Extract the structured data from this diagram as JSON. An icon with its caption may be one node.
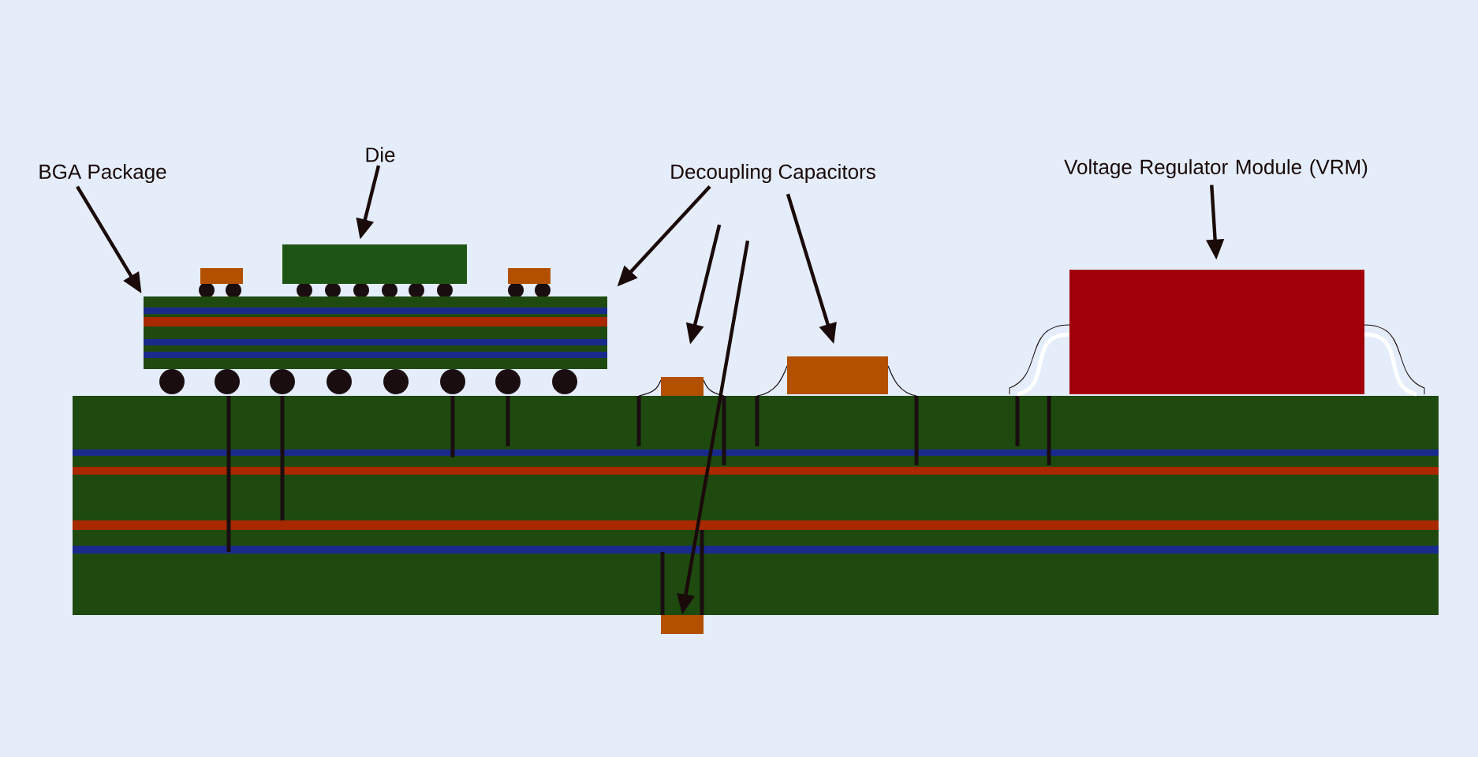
{
  "diagram": {
    "nodes": [
      {
        "text": [
          "BGA Package"
        ]
      },
      {
        "text": [
          "Die"
        ]
      },
      {
        "text": [
          "Decoupling Capacitors"
        ]
      },
      {
        "text": [
          "Voltage Regulator Module (VRM)"
        ]
      },
      {
        "text": [],
        "shape": "box"
      },
      {
        "text": [],
        "shape": "box"
      },
      {
        "text": [],
        "shape": "box"
      },
      {
        "text": [],
        "shape": "box"
      },
      {
        "text": [],
        "shape": "box"
      },
      {
        "text": [],
        "shape": "box"
      },
      {
        "text": [],
        "shape": "box"
      },
      {
        "text": [],
        "shape": "box"
      }
    ],
    "edges": [
      {
        "from": 0,
        "to": 4,
        "arrow": "to"
      },
      {
        "from": 1,
        "to": 5,
        "arrow": "to"
      },
      {
        "from": 2,
        "to": 4,
        "arrow": "to"
      },
      {
        "from": 2,
        "to": 8,
        "arrow": "to"
      },
      {
        "from": 2,
        "to": 10,
        "arrow": "to"
      },
      {
        "from": 2,
        "to": 9,
        "arrow": "to"
      },
      {
        "from": 3,
        "to": 11,
        "arrow": "to"
      }
    ]
  }
}
